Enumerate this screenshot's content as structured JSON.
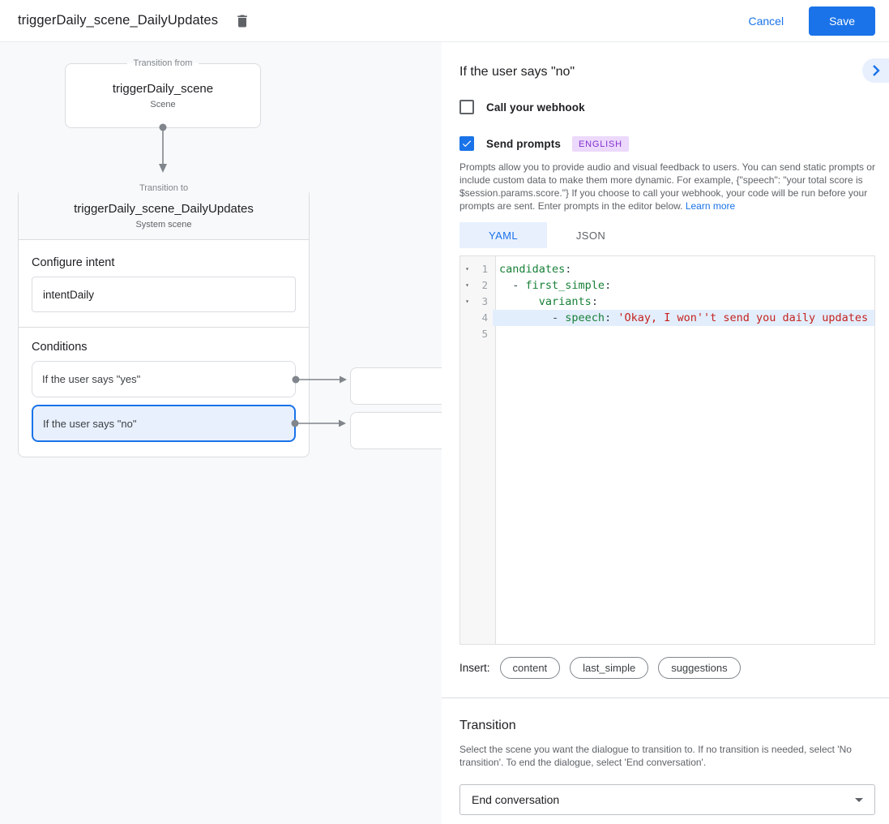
{
  "header": {
    "title": "triggerDaily_scene_DailyUpdates",
    "cancel_label": "Cancel",
    "save_label": "Save"
  },
  "canvas": {
    "transition_from": {
      "legend": "Transition from",
      "title": "triggerDaily_scene",
      "subtitle": "Scene"
    },
    "transition_to": {
      "legend": "Transition to",
      "title": "triggerDaily_scene_DailyUpdates",
      "subtitle": "System scene",
      "configure_intent_label": "Configure intent",
      "intent_value": "intentDaily",
      "conditions_label": "Conditions",
      "conditions": [
        {
          "label": "If the user says \"yes\"",
          "selected": false
        },
        {
          "label": "If the user says \"no\"",
          "selected": true
        }
      ]
    }
  },
  "panel": {
    "heading": "If the user says \"no\"",
    "webhook": {
      "label": "Call your webhook",
      "checked": false
    },
    "prompts": {
      "label": "Send prompts",
      "checked": true,
      "badge": "ENGLISH"
    },
    "description": "Prompts allow you to provide audio and visual feedback to users. You can send static prompts or include custom data to make them more dynamic. For example, {\"speech\": \"your total score is $session.params.score.\"} If you choose to call your webhook, your code will be run before your prompts are sent. Enter prompts in the editor below. ",
    "learn_more": "Learn more",
    "tabs": [
      {
        "label": "YAML",
        "active": true
      },
      {
        "label": "JSON",
        "active": false
      }
    ],
    "editor": {
      "lines": [
        {
          "num": 1,
          "fold": true,
          "active": false,
          "tokens": [
            {
              "t": "candidates",
              "c": "key"
            },
            {
              "t": ":",
              "c": "plain"
            }
          ]
        },
        {
          "num": 2,
          "fold": true,
          "active": false,
          "tokens": [
            {
              "t": "  - ",
              "c": "plain"
            },
            {
              "t": "first_simple",
              "c": "key"
            },
            {
              "t": ":",
              "c": "plain"
            }
          ]
        },
        {
          "num": 3,
          "fold": true,
          "active": false,
          "tokens": [
            {
              "t": "      ",
              "c": "plain"
            },
            {
              "t": "variants",
              "c": "key"
            },
            {
              "t": ":",
              "c": "plain"
            }
          ]
        },
        {
          "num": 4,
          "fold": false,
          "active": true,
          "tokens": [
            {
              "t": "        - ",
              "c": "plain"
            },
            {
              "t": "speech",
              "c": "key"
            },
            {
              "t": ": ",
              "c": "plain"
            },
            {
              "t": "'Okay, I won''t send you daily updates",
              "c": "string"
            }
          ]
        },
        {
          "num": 5,
          "fold": false,
          "active": false,
          "tokens": []
        }
      ]
    },
    "insert": {
      "label": "Insert:",
      "chips": [
        "content",
        "last_simple",
        "suggestions"
      ]
    },
    "transition": {
      "heading": "Transition",
      "description": "Select the scene you want the dialogue to transition to. If no transition is needed, select 'No transition'. To end the dialogue, select 'End conversation'.",
      "select_value": "End conversation"
    }
  },
  "colors": {
    "accent": "#1a73e8",
    "selected_condition_bg": "#e8f0fe",
    "canvas_bg": "#f8f9fa",
    "yaml_key": "#188038",
    "yaml_string": "#c5221f",
    "badge_bg": "#ecd9fc",
    "badge_text": "#8430ce",
    "connector_gray": "#80868b"
  }
}
